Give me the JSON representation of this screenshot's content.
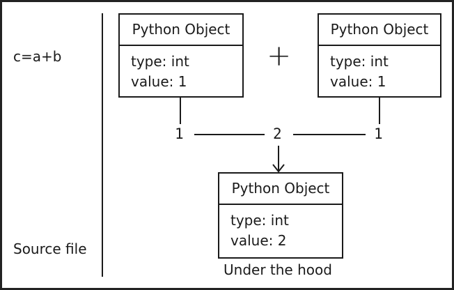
{
  "source": {
    "code": "c=a+b",
    "label": "Source file"
  },
  "objects": [
    {
      "title": "Python Object",
      "type_line": "type: int",
      "value_line": "value: 1"
    },
    {
      "title": "Python Object",
      "type_line": "type: int",
      "value_line": "value: 1"
    },
    {
      "title": "Python Object",
      "type_line": "type: int",
      "value_line": "value: 2"
    }
  ],
  "operator": "+",
  "refcounts": {
    "left": "1",
    "middle": "2",
    "right": "1"
  },
  "caption": "Under the hood"
}
